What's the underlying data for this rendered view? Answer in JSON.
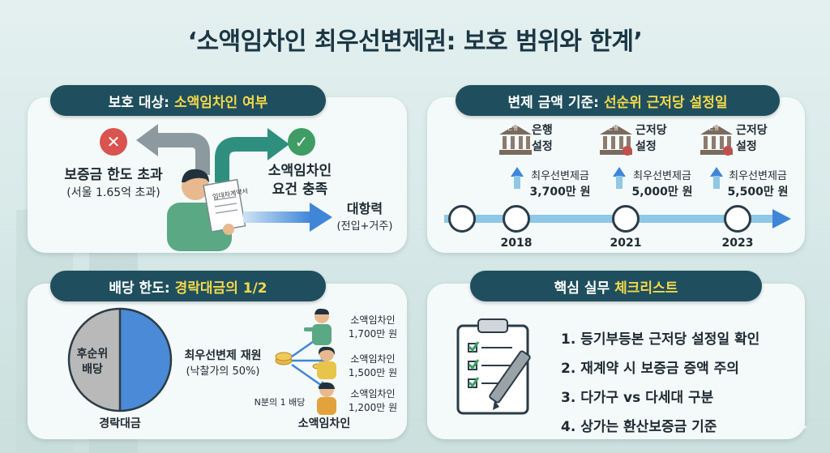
{
  "title": "‘소액임차인 최우선변제권: 보호 범위와 한계’",
  "panel1": {
    "header": "보호 대상:",
    "header_hl": "소액임차인 여부",
    "left_title": "보증금 한도 초과",
    "left_sub": "(서울 1.65억 초과)",
    "right_title_1": "소액임차인",
    "right_title_2": "요건 충족",
    "doc_text": "임대차계약서",
    "arrow_title": "대항력",
    "arrow_sub": "(전입+거주)"
  },
  "panel2": {
    "header": "변제 금액 기준:",
    "header_hl": "선순위 근저당 설정일",
    "entries": [
      {
        "sign": "은행",
        "label1": "은행",
        "label2": "설정",
        "amount1": "최우선변제금",
        "amount2": "3,700만 원",
        "year": "2018"
      },
      {
        "sign": "은행",
        "label1": "근저당",
        "label2": "설정",
        "amount1": "최우선변제금",
        "amount2": "5,000만 원",
        "year": "2021"
      },
      {
        "sign": "은행",
        "label1": "근저당",
        "label2": "설정",
        "amount1": "최우선변제금",
        "amount2": "5,500만 원",
        "year": "2023"
      }
    ]
  },
  "panel3": {
    "header": "배당 한도:",
    "header_hl": "경락대금의 1/2",
    "pie_left_1": "후순위",
    "pie_left_2": "배당",
    "pie_caption": "경락대금",
    "pie_right_1": "최우선변제 재원",
    "pie_right_2": "(낙찰가의 50%)",
    "split_label": "N분의 1 배당",
    "persons": [
      {
        "name": "소액임차인",
        "amount": "1,700만 원"
      },
      {
        "name": "소액임차인",
        "amount": "1,500만 원"
      },
      {
        "name": "소액임차인",
        "amount": "1,200만 원"
      }
    ],
    "bottom_label": "소액임차인",
    "split_share": 0.5
  },
  "panel4": {
    "header": "핵심 실무",
    "header_hl": "체크리스트",
    "items": [
      "1. 등기부등본 근저당 설정일 확인",
      "2. 재계약 시 보증금 증액 주의",
      "3. 다가구 vs 다세대 구분",
      "4. 상가는 환산보증금 기준"
    ]
  },
  "colors": {
    "navy": "#1f4f5e",
    "highlight": "#f5d84b",
    "red": "#d9534f",
    "green": "#3f9d63",
    "blue": "#4a8ad6",
    "gray": "#b9b9b9"
  }
}
